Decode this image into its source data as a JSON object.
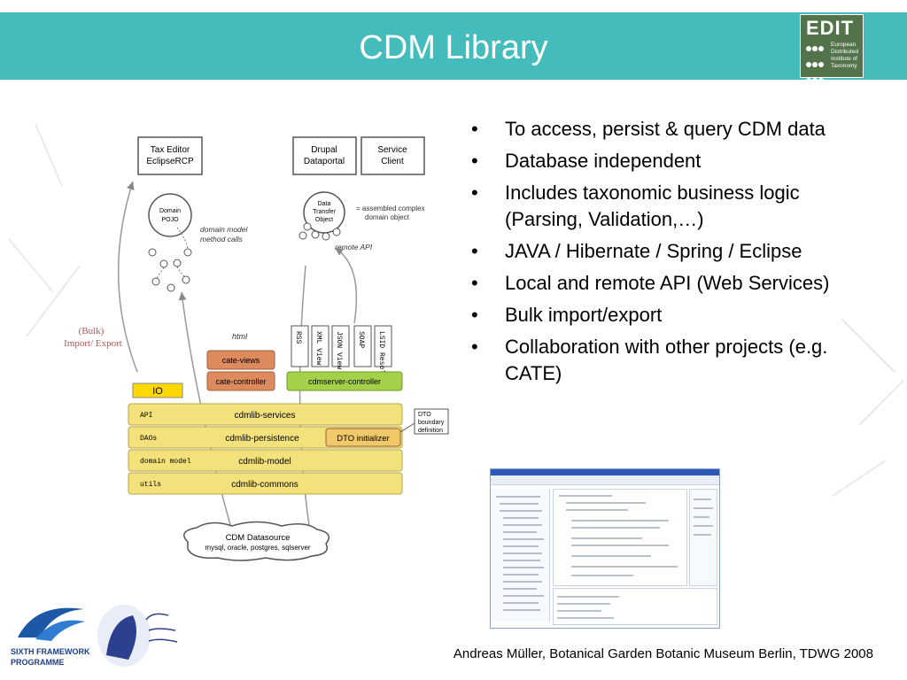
{
  "header": {
    "title": "CDM Library"
  },
  "edit_logo": {
    "word": "EDIT",
    "subtitle_lines": [
      "European",
      "Distributed",
      "Institute of",
      "Taxonomy"
    ]
  },
  "bullets": [
    "To access, persist & query CDM data",
    "Database independent",
    "Includes taxonomic business logic (Parsing, Validation,…)",
    "JAVA / Hibernate / Spring / Eclipse",
    "Local and remote API (Web Services)",
    "Bulk import/export",
    "Collaboration with other projects (e.g. CATE)"
  ],
  "diagram": {
    "tax_editor": [
      "Tax Editor",
      "EclipseRCP"
    ],
    "drupal": [
      "Drupal",
      "Dataportal"
    ],
    "service_client": [
      "Service",
      "Client"
    ],
    "domain_pojo": [
      "Domain",
      "POJO"
    ],
    "dto_object": [
      "Data",
      "Transfer",
      "Object"
    ],
    "assembled_note": [
      "= assembled complex",
      "domain object"
    ],
    "domain_model_calls": [
      "domain model",
      "method calls"
    ],
    "remote_api": "remote API",
    "bulk_label": [
      "(Bulk)",
      "Import/ Export"
    ],
    "html_label": "html",
    "vertical_services": [
      "RSS",
      "XML View",
      "JSON View",
      "SOAP",
      "LSID Resolver"
    ],
    "cate_views": "cate-views",
    "cate_controller": "cate-controller",
    "cdmserver_controller": "cdmserver-controller",
    "io": "IO",
    "layers": [
      {
        "tag": "API",
        "name": "cdmlib-services"
      },
      {
        "tag": "DAOs",
        "name": "cdmlib-persistence"
      },
      {
        "tag": "domain model",
        "name": "cdmlib-model"
      },
      {
        "tag": "utils",
        "name": "cdmlib-commons"
      }
    ],
    "dto_initializer": "DTO initializer",
    "dto_boundary": [
      "DTO",
      "boundary",
      "definition"
    ],
    "datasource": [
      "CDM Datasource",
      "mysql, oracle, postgres, sqlserver"
    ]
  },
  "logos": {
    "sixth_lines": [
      "SIXTH FRAMEWORK",
      "PROGRAMME"
    ]
  },
  "footer": {
    "text": "Andreas Müller, Botanical Garden Botanic Museum Berlin, TDWG 2008"
  },
  "colors": {
    "header": "#45bcbc",
    "yellow": "#f3e17b",
    "orange": "#dc8a5e",
    "green": "#a4d04a"
  }
}
